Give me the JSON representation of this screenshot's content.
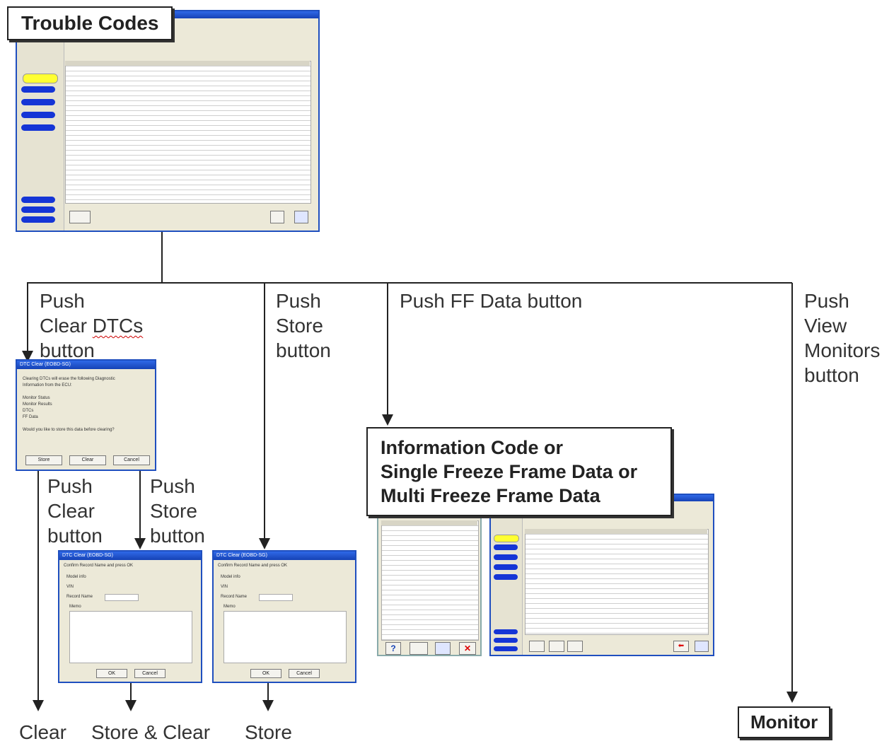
{
  "top_box": {
    "title": "Trouble Codes"
  },
  "branches": {
    "clear_dtcs": "Push\nClear DTCs\nbutton",
    "store": "Push\nStore\nbutton",
    "ff_data": "Push FF Data button",
    "view_monitors": "Push\nView\nMonitors\nbutton",
    "clear": "Push\nClear\nbutton",
    "store_from_dialog": "Push\nStore\nbutton"
  },
  "info_box": {
    "title": "Information Code or\nSingle Freeze Frame Data or\nMulti Freeze Frame Data"
  },
  "outcomes": {
    "clear": "Clear",
    "store_and_clear": "Store & Clear",
    "store": "Store",
    "monitor": "Monitor"
  },
  "clear_dialog": {
    "title": "DTC Clear (EOBD-SG)",
    "body": "Clearing DTCs will erase the following Diagnostic\nInformation from the ECU:\n\nMonitor Status\nMonitor Results\nDTCs\nFF Data\n\nWould you like to store this data before clearing?",
    "buttons": [
      "Store",
      "Clear",
      "Cancel"
    ]
  },
  "store_dialog": {
    "title": "DTC Clear (EOBD-SG)",
    "prompt": "Confirm Record Name and press OK",
    "fields": [
      "Model info",
      "VIN",
      "Record Name",
      "Memo"
    ],
    "buttons": [
      "OK",
      "Cancel"
    ]
  }
}
